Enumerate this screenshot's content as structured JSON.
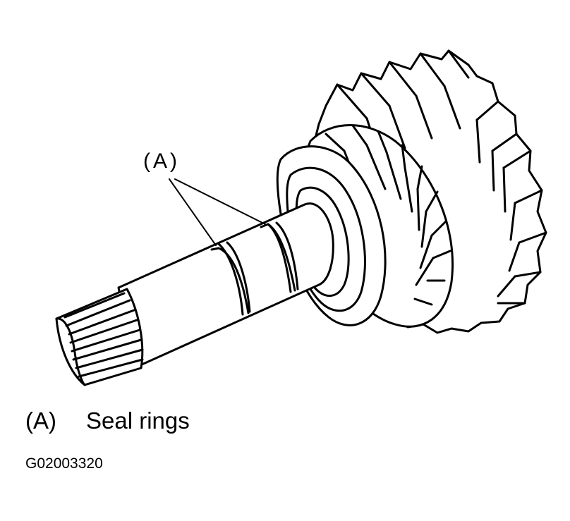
{
  "callout_label": "(A)",
  "legend": {
    "key": "(A)",
    "text": "Seal rings"
  },
  "figure_id": "G02003320",
  "colors": {
    "ink": "#000000",
    "paper": "#ffffff"
  }
}
